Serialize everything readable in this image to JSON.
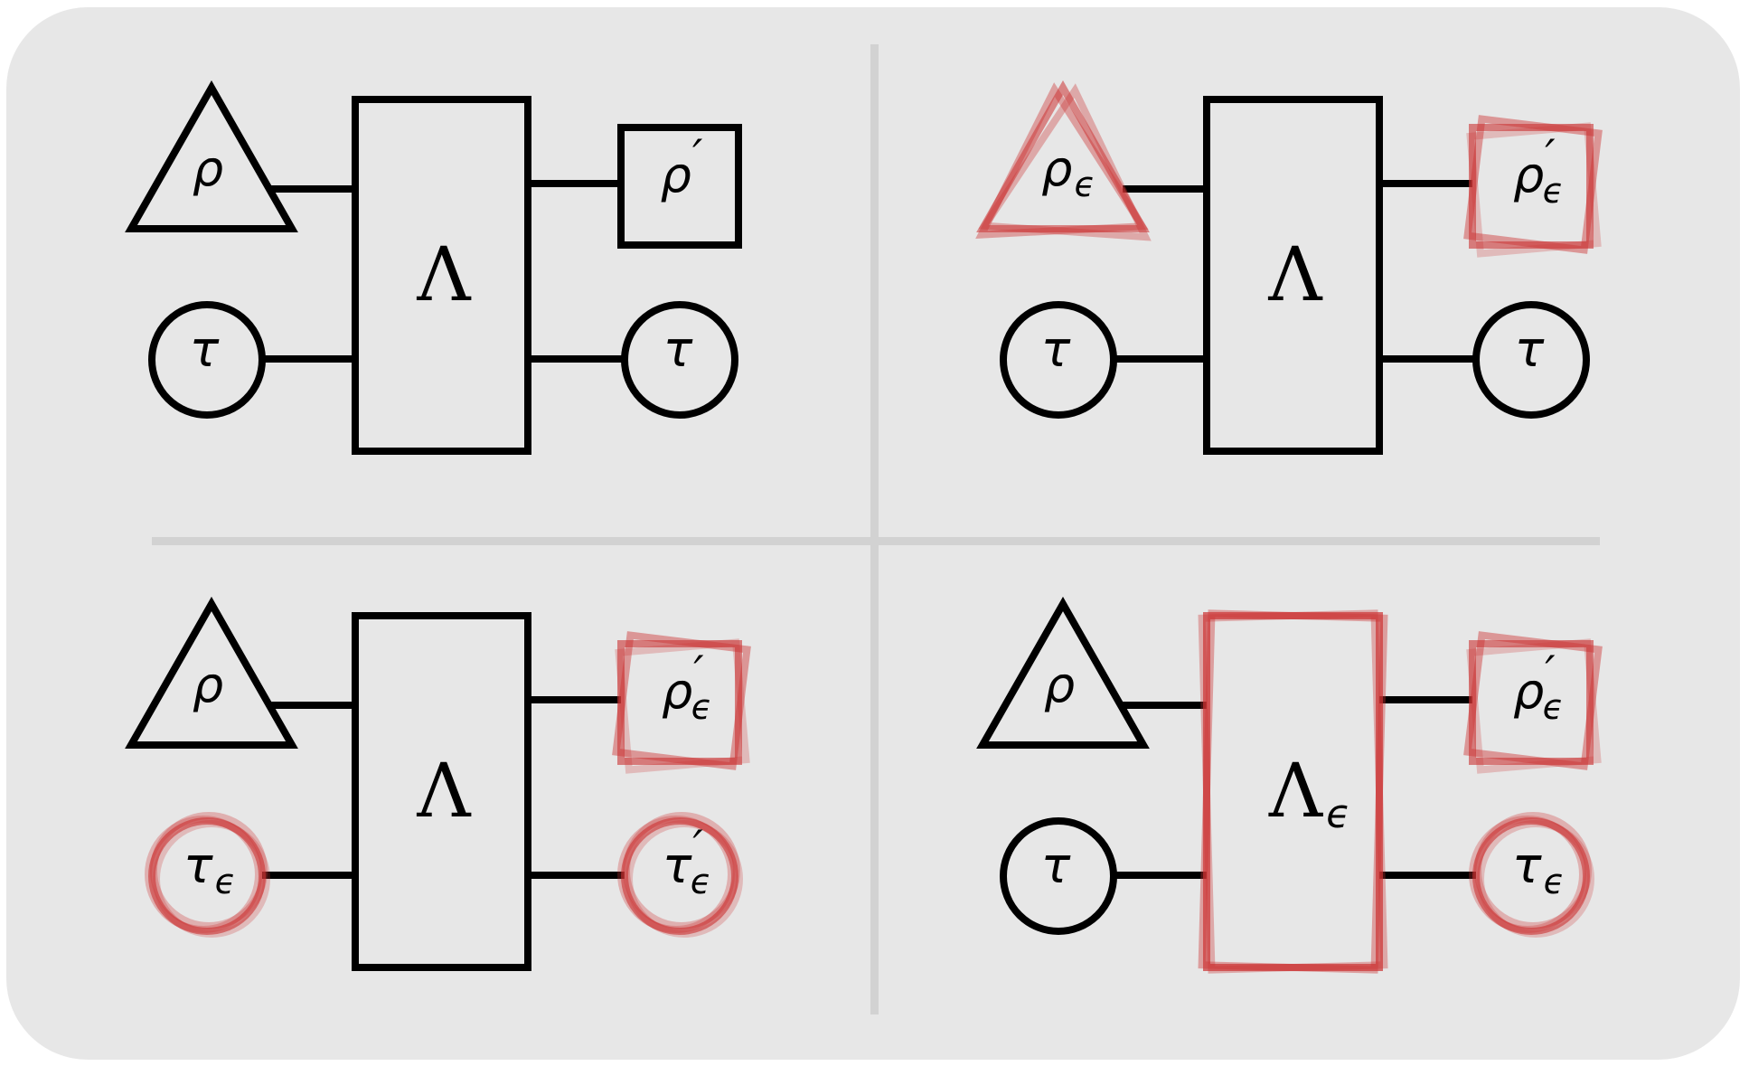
{
  "figure": {
    "description": "Four-panel tensor-network style diagram showing a channel with inputs and outputs; perturbed elements drawn as jittered red outlines",
    "colors": {
      "background": "#e7e7e7",
      "divider": "#d2d2d2",
      "ink": "#000000",
      "perturbation": "#cc3333"
    },
    "panels": [
      {
        "id": "top-left",
        "input_state": {
          "shape": "triangle",
          "symbol": "ρ",
          "subscript": "",
          "prime": "",
          "perturbed": false
        },
        "input_ancilla": {
          "shape": "circle",
          "symbol": "τ",
          "subscript": "",
          "prime": "",
          "perturbed": false
        },
        "channel": {
          "shape": "rectangle",
          "symbol": "Λ",
          "subscript": "",
          "perturbed": false
        },
        "output_state": {
          "shape": "square",
          "symbol": "ρ",
          "subscript": "",
          "prime": "′",
          "perturbed": false
        },
        "output_ancilla": {
          "shape": "circle",
          "symbol": "τ",
          "subscript": "",
          "prime": "",
          "perturbed": false
        }
      },
      {
        "id": "top-right",
        "input_state": {
          "shape": "triangle",
          "symbol": "ρ",
          "subscript": "ϵ",
          "prime": "",
          "perturbed": true
        },
        "input_ancilla": {
          "shape": "circle",
          "symbol": "τ",
          "subscript": "",
          "prime": "",
          "perturbed": false
        },
        "channel": {
          "shape": "rectangle",
          "symbol": "Λ",
          "subscript": "",
          "perturbed": false
        },
        "output_state": {
          "shape": "square",
          "symbol": "ρ",
          "subscript": "ϵ",
          "prime": "′",
          "perturbed": true
        },
        "output_ancilla": {
          "shape": "circle",
          "symbol": "τ",
          "subscript": "",
          "prime": "",
          "perturbed": false
        }
      },
      {
        "id": "bottom-left",
        "input_state": {
          "shape": "triangle",
          "symbol": "ρ",
          "subscript": "",
          "prime": "",
          "perturbed": false
        },
        "input_ancilla": {
          "shape": "circle",
          "symbol": "τ",
          "subscript": "ϵ",
          "prime": "",
          "perturbed": true
        },
        "channel": {
          "shape": "rectangle",
          "symbol": "Λ",
          "subscript": "",
          "perturbed": false
        },
        "output_state": {
          "shape": "square",
          "symbol": "ρ",
          "subscript": "ϵ",
          "prime": "′",
          "perturbed": true
        },
        "output_ancilla": {
          "shape": "circle",
          "symbol": "τ",
          "subscript": "ϵ",
          "prime": "′",
          "perturbed": true
        }
      },
      {
        "id": "bottom-right",
        "input_state": {
          "shape": "triangle",
          "symbol": "ρ",
          "subscript": "",
          "prime": "",
          "perturbed": false
        },
        "input_ancilla": {
          "shape": "circle",
          "symbol": "τ",
          "subscript": "",
          "prime": "",
          "perturbed": false
        },
        "channel": {
          "shape": "rectangle",
          "symbol": "Λ",
          "subscript": "ϵ",
          "perturbed": true
        },
        "output_state": {
          "shape": "square",
          "symbol": "ρ",
          "subscript": "ϵ",
          "prime": "′",
          "perturbed": true
        },
        "output_ancilla": {
          "shape": "circle",
          "symbol": "τ",
          "subscript": "ϵ",
          "prime": "",
          "perturbed": true
        }
      }
    ]
  }
}
